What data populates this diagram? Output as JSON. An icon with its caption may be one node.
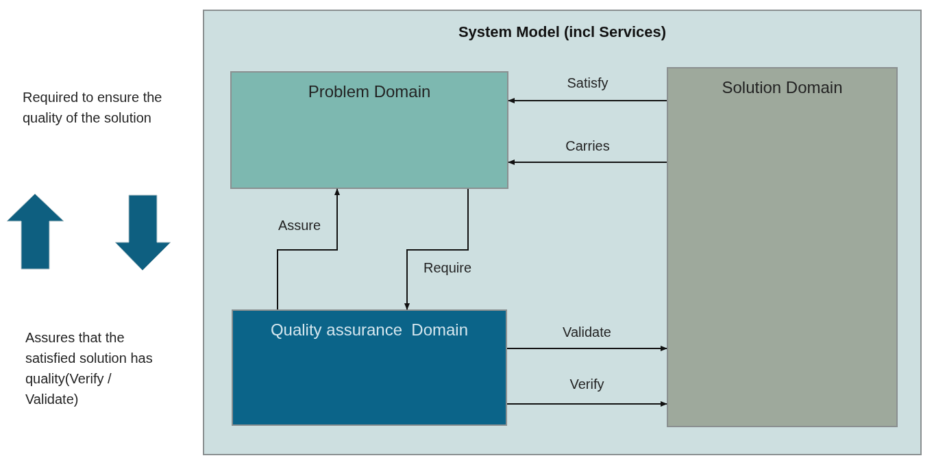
{
  "diagram": {
    "nodes": [
      {
        "text": [
          "System Model (incl Services)"
        ]
      },
      {
        "text": [
          "Problem Domain"
        ],
        "in": 0
      },
      {
        "text": [
          "Solution Domain"
        ],
        "in": 0
      },
      {
        "text": [
          "Quality assurance  Domain"
        ],
        "in": 0
      }
    ],
    "edges": [
      {
        "from": 2,
        "to": 1,
        "arrow": "to",
        "label": "Satisfy"
      },
      {
        "from": 2,
        "to": 1,
        "arrow": "to",
        "label": "Carries"
      },
      {
        "from": 3,
        "to": 1,
        "arrow": "to",
        "label": "Assure"
      },
      {
        "from": 1,
        "to": 3,
        "arrow": "to",
        "label": "Require"
      },
      {
        "from": 3,
        "to": 2,
        "arrow": "to",
        "label": "Validate"
      },
      {
        "from": 3,
        "to": 2,
        "arrow": "to",
        "label": "Verify"
      }
    ],
    "labels": [
      "Required to ensure the quality of the solution",
      "Assures that the satisfied solution has quality(Verify / Validate)"
    ]
  }
}
